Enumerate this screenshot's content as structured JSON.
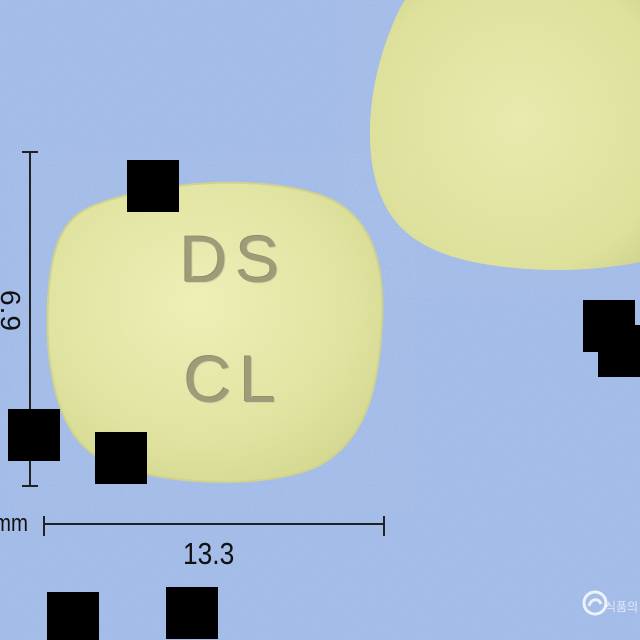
{
  "dimensions": {
    "height": "6.9",
    "width": "13.3",
    "unit": "mm"
  },
  "pill": {
    "imprint_line1": "DS",
    "imprint_line2": "CL",
    "color": "#e2e4a3"
  },
  "watermark": {
    "text": "식품의"
  },
  "colors": {
    "background": "#a2bbe7",
    "pill": "#e2e4a3",
    "mask": "#000000",
    "ruler": "#222222"
  }
}
